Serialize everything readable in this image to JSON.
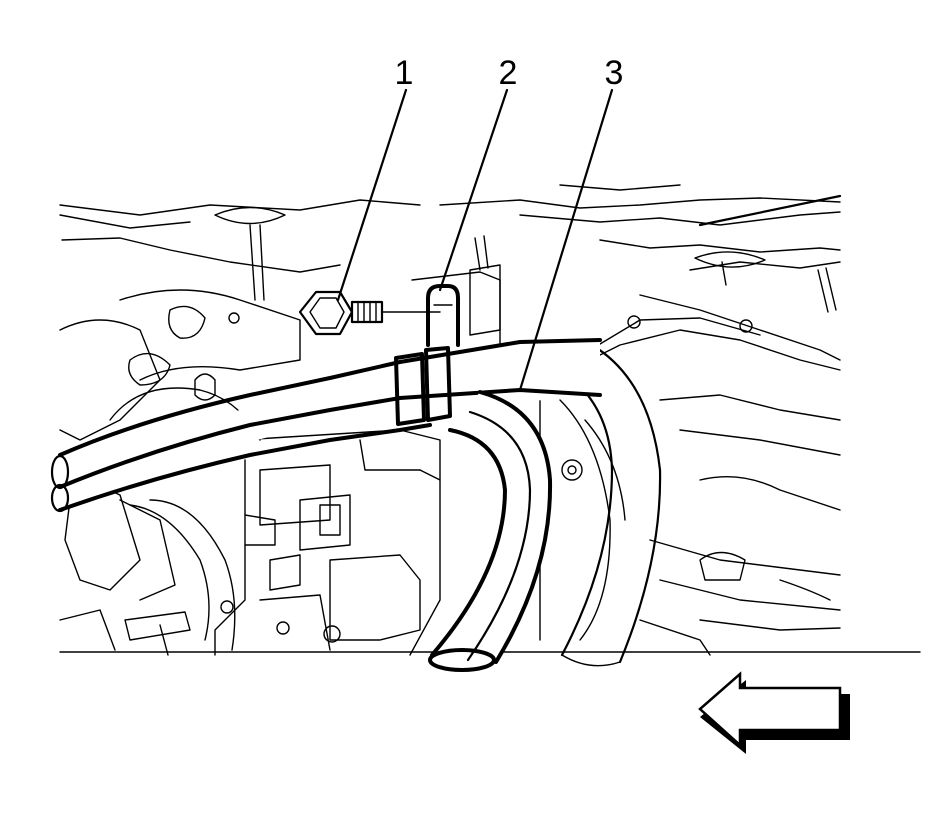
{
  "diagram": {
    "callouts": [
      {
        "id": "1",
        "label": "1",
        "target": "bolt"
      },
      {
        "id": "2",
        "label": "2",
        "target": "clip"
      },
      {
        "id": "3",
        "label": "3",
        "target": "hose"
      }
    ],
    "direction_arrow": {
      "direction": "left"
    },
    "colors": {
      "line": "#000000",
      "background": "#ffffff"
    }
  }
}
